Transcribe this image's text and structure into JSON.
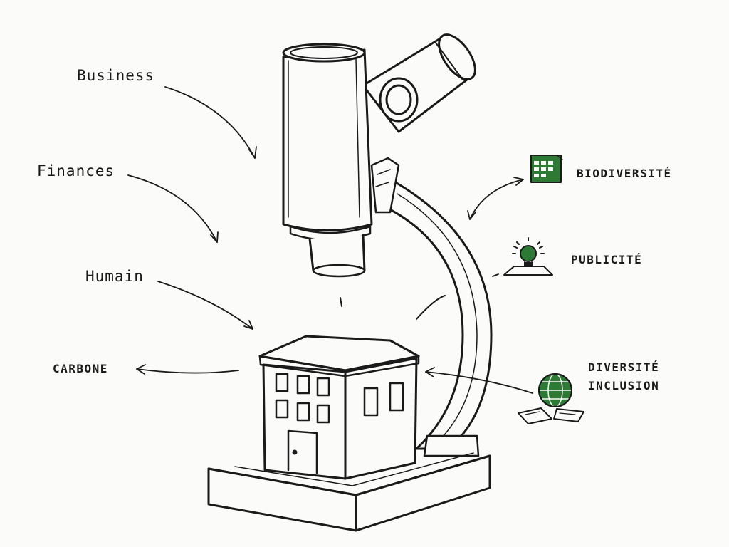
{
  "labels": {
    "business": "Business",
    "finances": "Finances",
    "humain": "Humain",
    "carbone": "CARBONE",
    "biodiversite": "BIODIVERSITÉ",
    "publicite": "PUBLICITÉ",
    "diversite_line1": "DIVERSITÉ",
    "diversite_line2": "INCLUSION"
  },
  "icons": {
    "biodiversite": "calendar-icon",
    "publicite": "lightbulb-icon",
    "diversite": "globe-icon"
  },
  "colors": {
    "ink": "#1a1a1a",
    "accent_green": "#2d7a34",
    "paper": "#fbfbfa"
  }
}
